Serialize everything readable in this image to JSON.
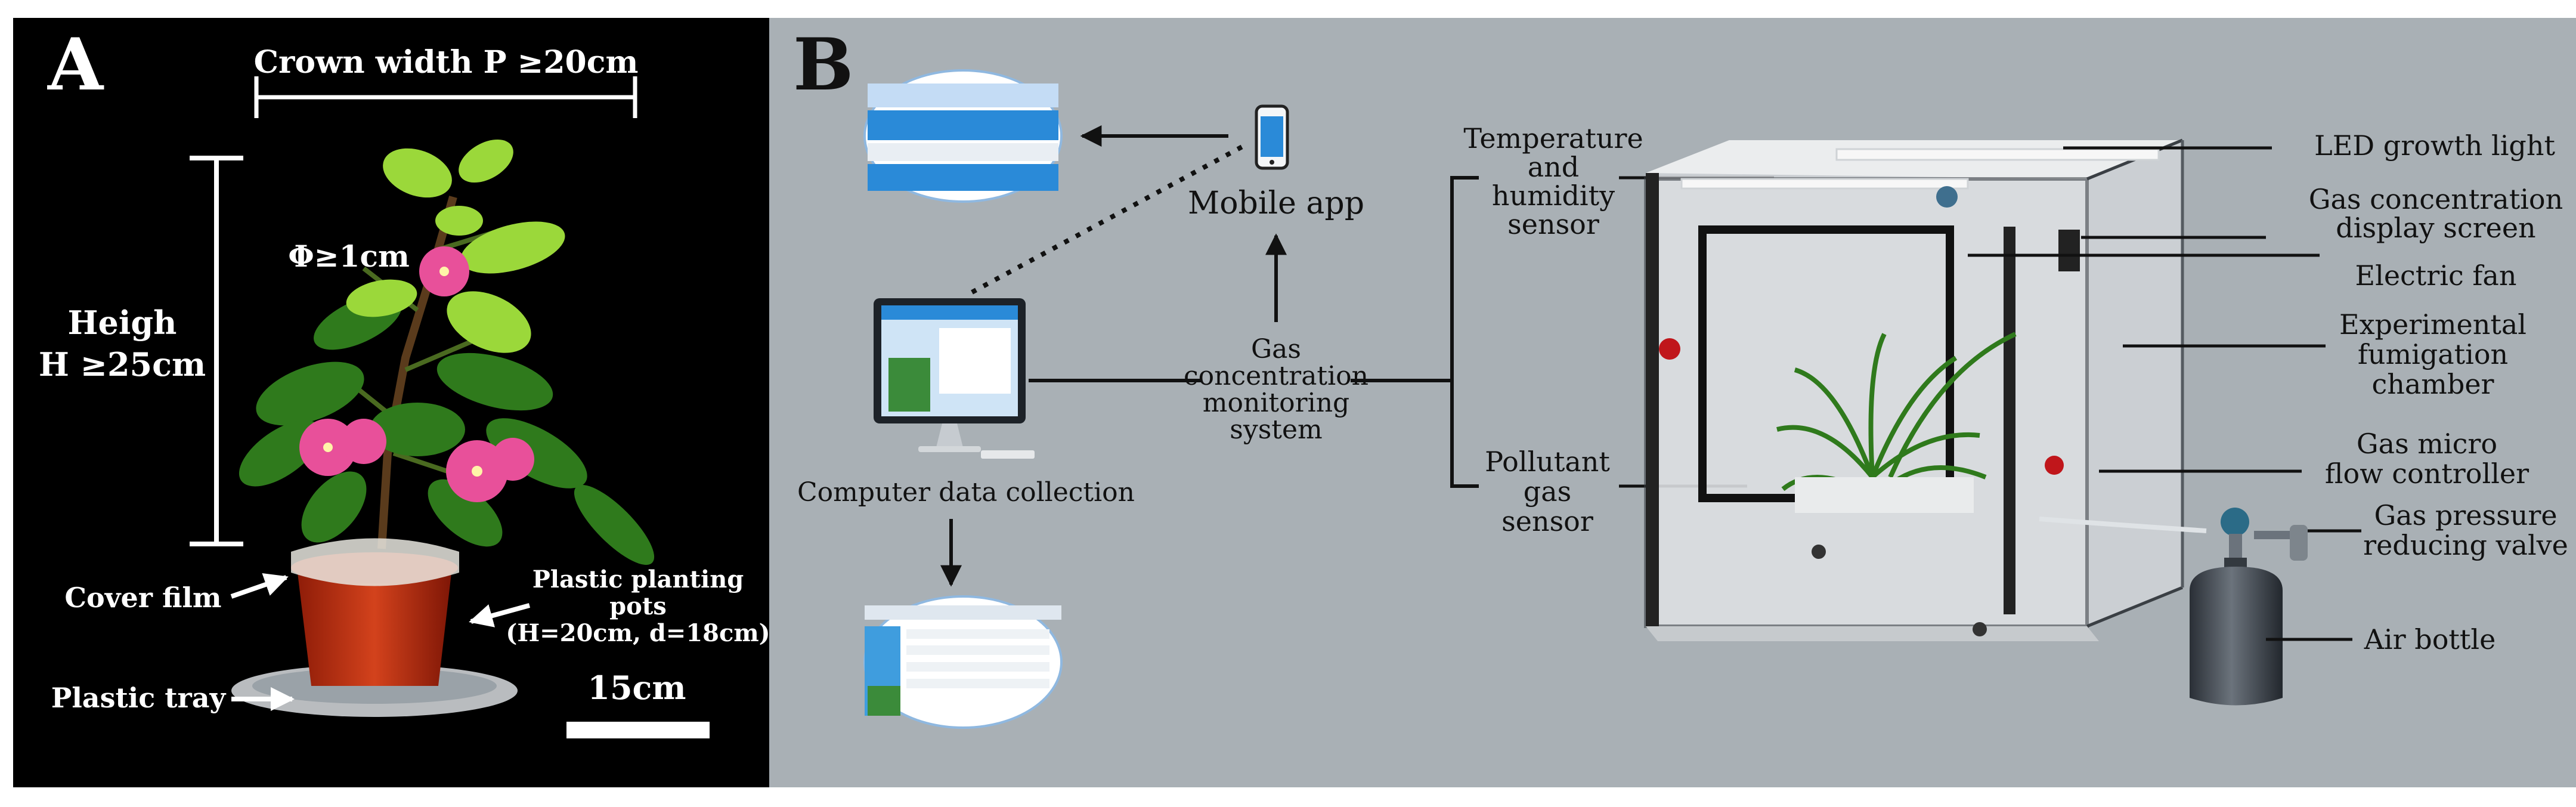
{
  "panel_a": {
    "letter": "A",
    "crown_width": "Crown width P ≥20cm",
    "height_line1": "Heigh",
    "height_line2": "H ≥25cm",
    "phi": "Φ≥1cm",
    "cover_film": "Cover film",
    "pots_line1": "Plastic planting",
    "pots_line2": "pots",
    "pots_line3": "(H=20cm, d=18cm)",
    "tray": "Plastic tray",
    "scale": "15cm"
  },
  "panel_b": {
    "letter": "B",
    "mobile_app": "Mobile app",
    "computer": "Computer data collection",
    "monitoring_line1": "Gas",
    "monitoring_line2": "concentration",
    "monitoring_line3": "monitoring",
    "monitoring_line4": "system",
    "temp_line1": "Temperature",
    "temp_line2": "and",
    "temp_line3": "humidity",
    "temp_line4": "sensor",
    "pollutant_line1": "Pollutant",
    "pollutant_line2": "gas",
    "pollutant_line3": "sensor",
    "led": "LED growth light",
    "display_line1": "Gas concentration",
    "display_line2": "display screen",
    "fan": "Electric fan",
    "chamber_line1": "Experimental",
    "chamber_line2": "fumigation",
    "chamber_line3": "chamber",
    "flow_line1": "Gas micro",
    "flow_line2": "flow controller",
    "valve_line1": "Gas pressure",
    "valve_line2": "reducing valve",
    "bottle": "Air bottle"
  },
  "colors": {
    "panel_a_bg": "#000000",
    "panel_b_bg": "#a9b0b5",
    "pot": "#b8280e",
    "flower": "#e8509a",
    "leaf": "#2f7a1c",
    "app_blue": "#2a8ad8"
  }
}
